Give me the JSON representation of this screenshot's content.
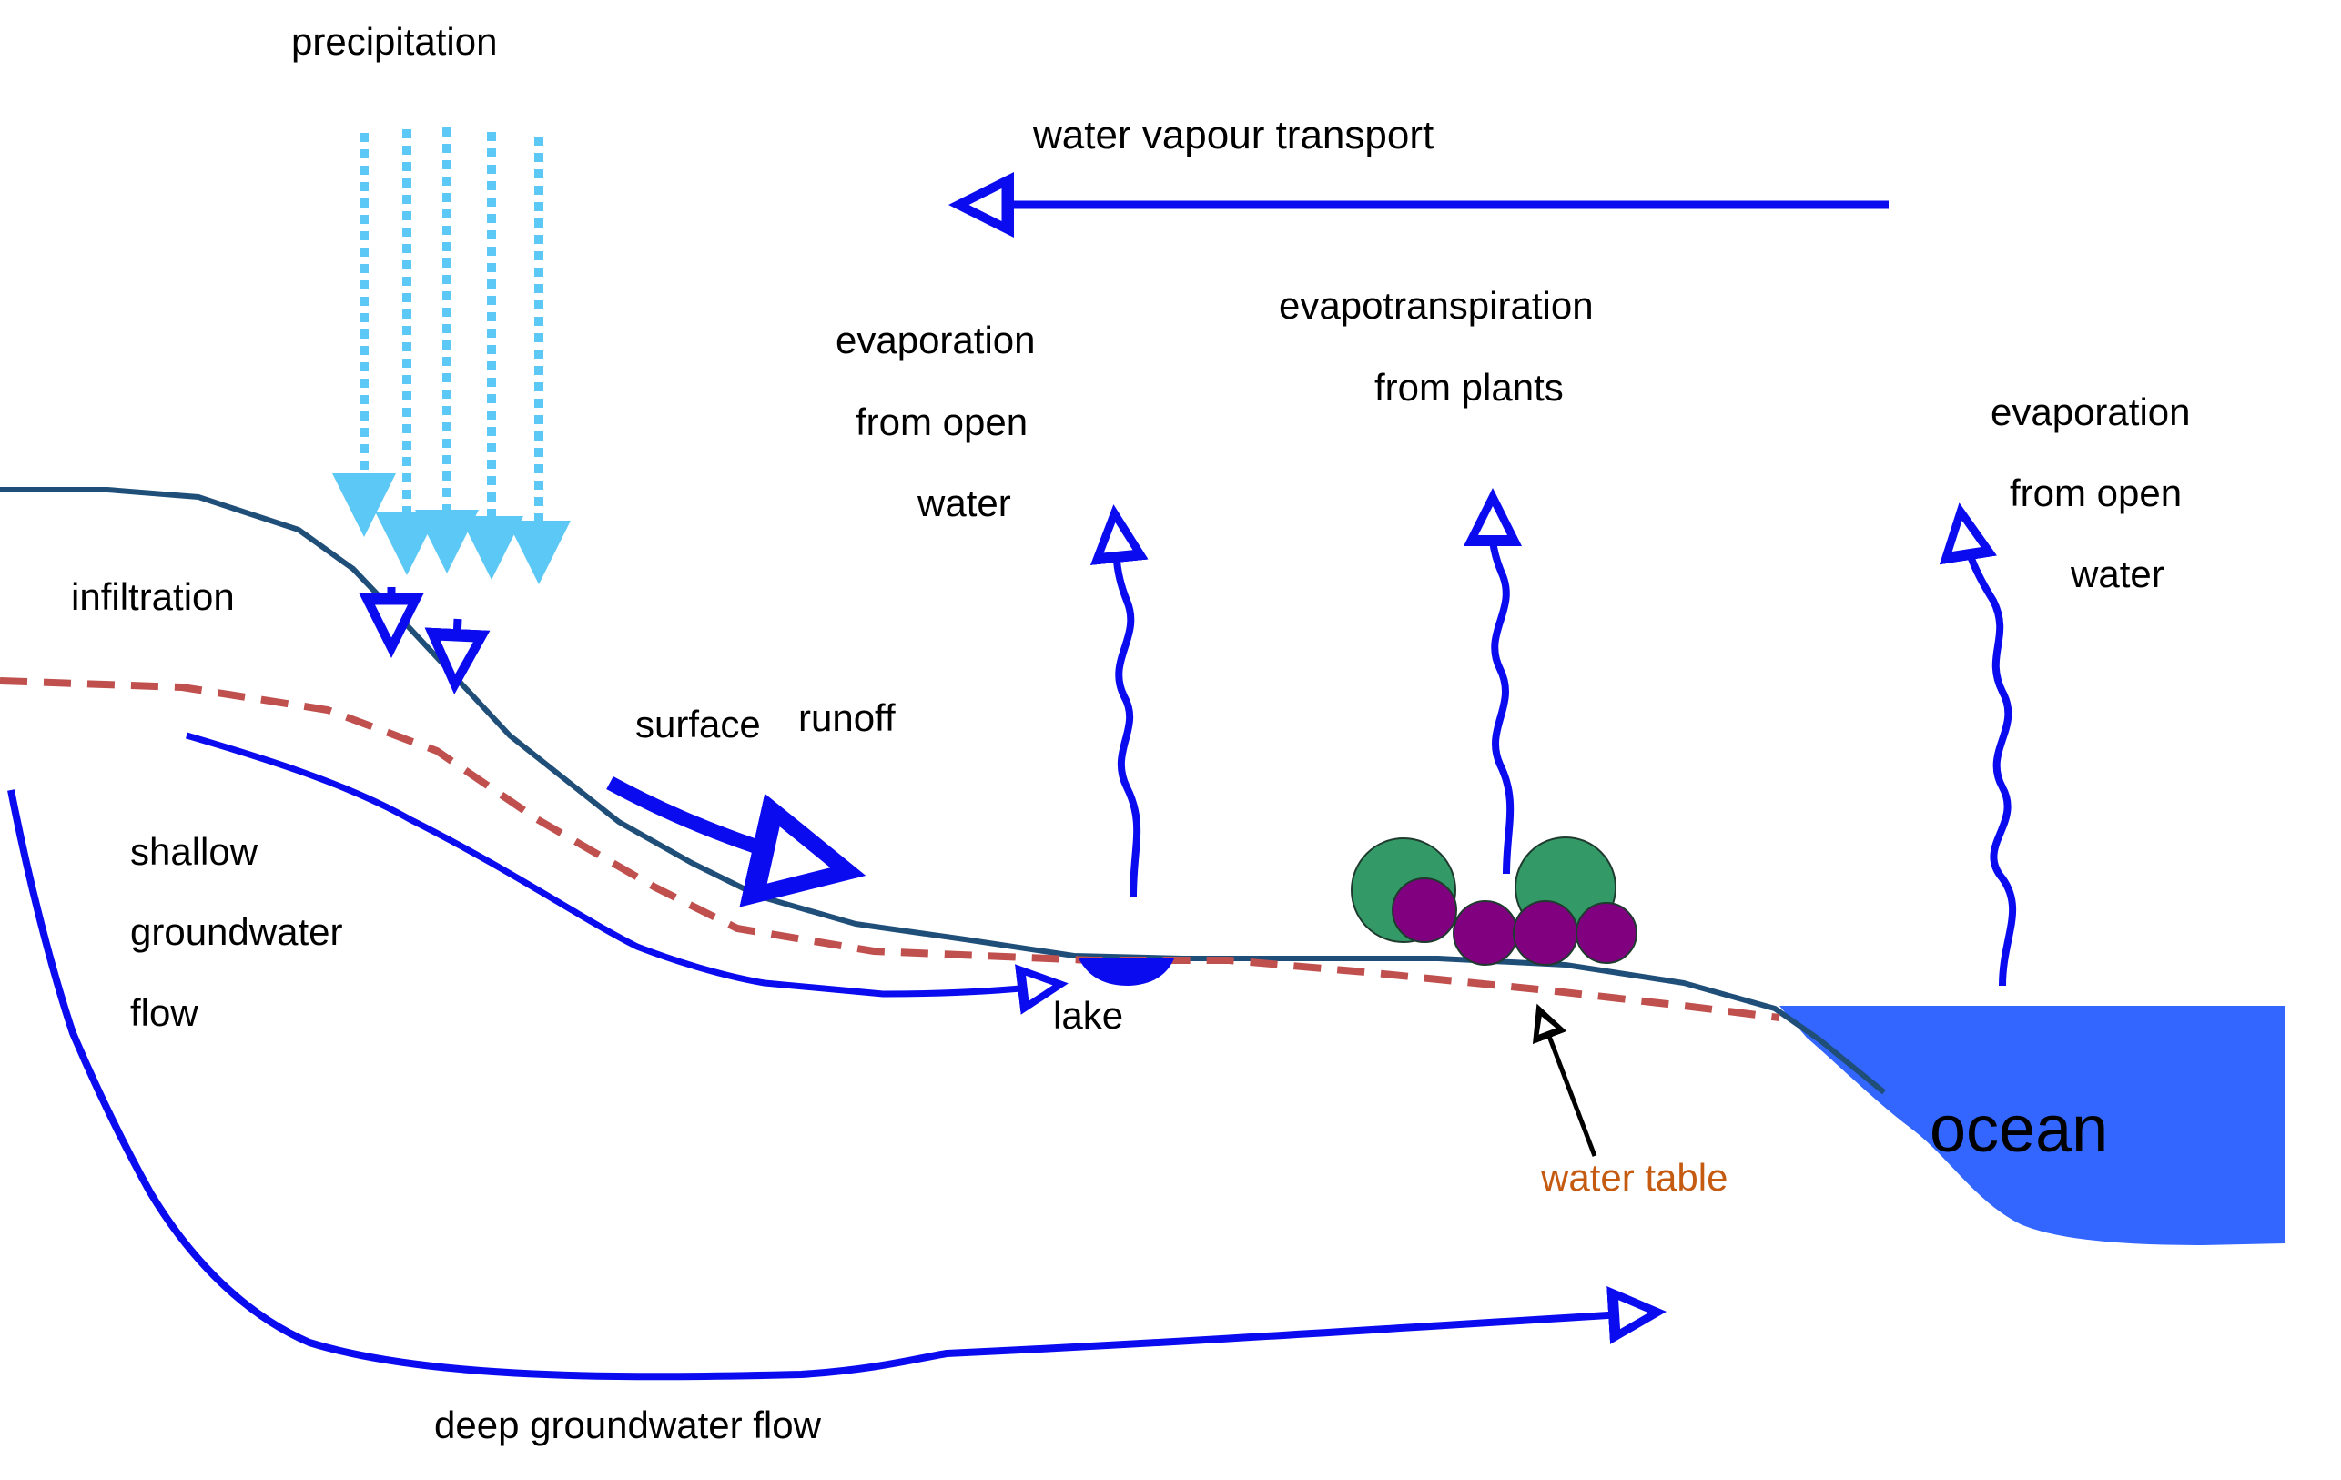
{
  "labels": {
    "precipitation": "precipitation",
    "water_vapour_transport": "water vapour transport",
    "evaporation_left": [
      "evaporation",
      "from open",
      "water"
    ],
    "evapotranspiration": [
      "evapotranspiration",
      "from plants"
    ],
    "evaporation_right": [
      "evaporation",
      "from open",
      "water"
    ],
    "infiltration": "infiltration",
    "surface": "surface",
    "runoff": "runoff",
    "shallow_groundwater_flow": [
      "shallow",
      "groundwater",
      "flow"
    ],
    "lake": "lake",
    "water_table": "water table",
    "ocean": "ocean",
    "deep_groundwater_flow": "deep groundwater flow"
  },
  "colors": {
    "flow_arrows": "#0b0bf0",
    "precipitation": "#5cc8f5",
    "ground_surface": "#1f4e79",
    "water_table": "#c0504d",
    "water_table_label": "#c55a11",
    "ocean": "#3366ff",
    "tree_canopy": "#339966",
    "shrubs": "#800080",
    "water_table_pointer": "#000000"
  }
}
